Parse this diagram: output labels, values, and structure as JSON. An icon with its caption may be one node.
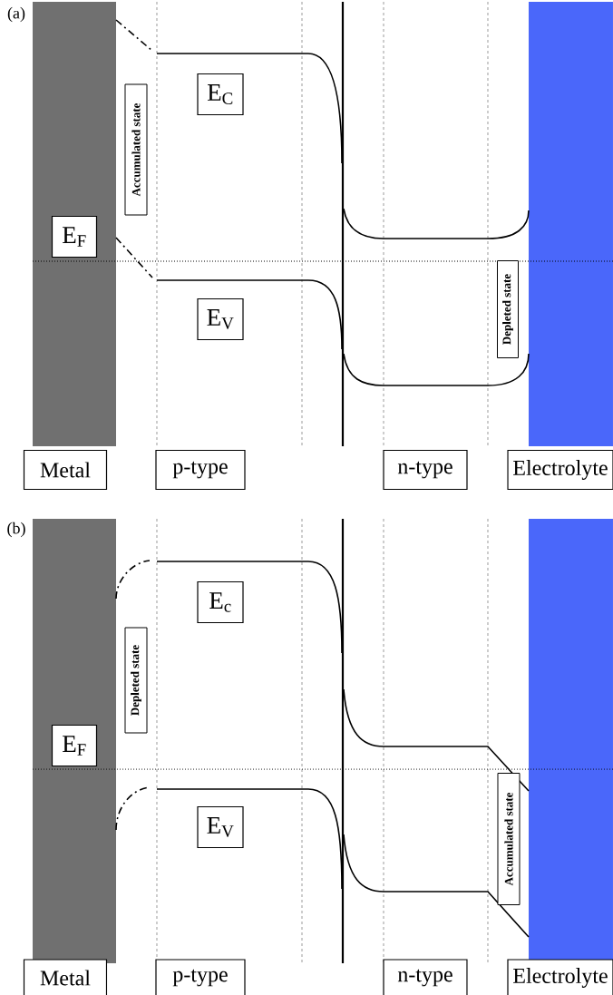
{
  "diagram": {
    "nodes": [
      {
        "text": [
          "E$_{F}$"
        ]
      },
      {
        "text": [
          "Accumulated state"
        ]
      },
      {
        "text": [
          "E$_{C}$"
        ]
      },
      {
        "text": [
          "E$_{V}$"
        ]
      },
      {
        "text": [
          "Depleted state"
        ]
      },
      {
        "text": [
          "Metal"
        ]
      },
      {
        "text": [
          "p-type"
        ]
      },
      {
        "text": [
          "n-type"
        ]
      },
      {
        "text": [
          "Electrolyte"
        ]
      },
      {
        "text": [
          "E$_{F}$"
        ]
      },
      {
        "text": [
          "Depleted state"
        ]
      },
      {
        "text": [
          "E$_{c}$"
        ]
      },
      {
        "text": [
          "E$_{V}$"
        ]
      },
      {
        "text": [
          "Accumulated state"
        ]
      },
      {
        "text": [
          "Metal"
        ]
      },
      {
        "text": [
          "p-type"
        ]
      },
      {
        "text": [
          "n-type"
        ]
      },
      {
        "text": [
          "Electrolyte"
        ]
      }
    ],
    "labels": [
      "(a)",
      "(b)"
    ]
  }
}
